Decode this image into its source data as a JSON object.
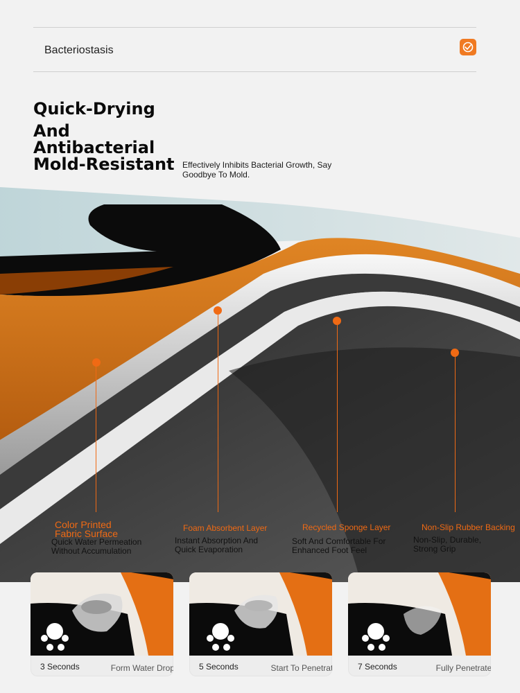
{
  "header": {
    "label": "Bacteriostasis",
    "icon": "shield-badge-icon"
  },
  "hero": {
    "title_line1": "Quick-Drying",
    "title_line2": "And",
    "title_line3": "Antibacterial",
    "title_line4": "Mold-Resistant",
    "subtitle": "Effectively Inhibits Bacterial Growth, Say Goodbye To Mold."
  },
  "layers": [
    {
      "title": "Color Printed Fabric Surface",
      "desc": "Quick Water Permeation Without Accumulation"
    },
    {
      "title": "Foam Absorbent Layer",
      "desc": "Instant Absorption And Quick Evaporation"
    },
    {
      "title": "Recycled Sponge Layer",
      "desc": "Soft And Comfortable For Enhanced Foot Feel"
    },
    {
      "title": "Non-Slip Rubber Backing",
      "desc": "Non-Slip, Durable, Strong Grip"
    }
  ],
  "steps": [
    {
      "time": "3 Seconds",
      "result": "Form Water Drops"
    },
    {
      "time": "5 Seconds",
      "result": "Start To Penetrate"
    },
    {
      "time": "7 Seconds",
      "result": "Fully Penetrated"
    }
  ],
  "colors": {
    "accent": "#f06a14",
    "orange_fabric": "#d66a12",
    "dark": "#111111"
  }
}
